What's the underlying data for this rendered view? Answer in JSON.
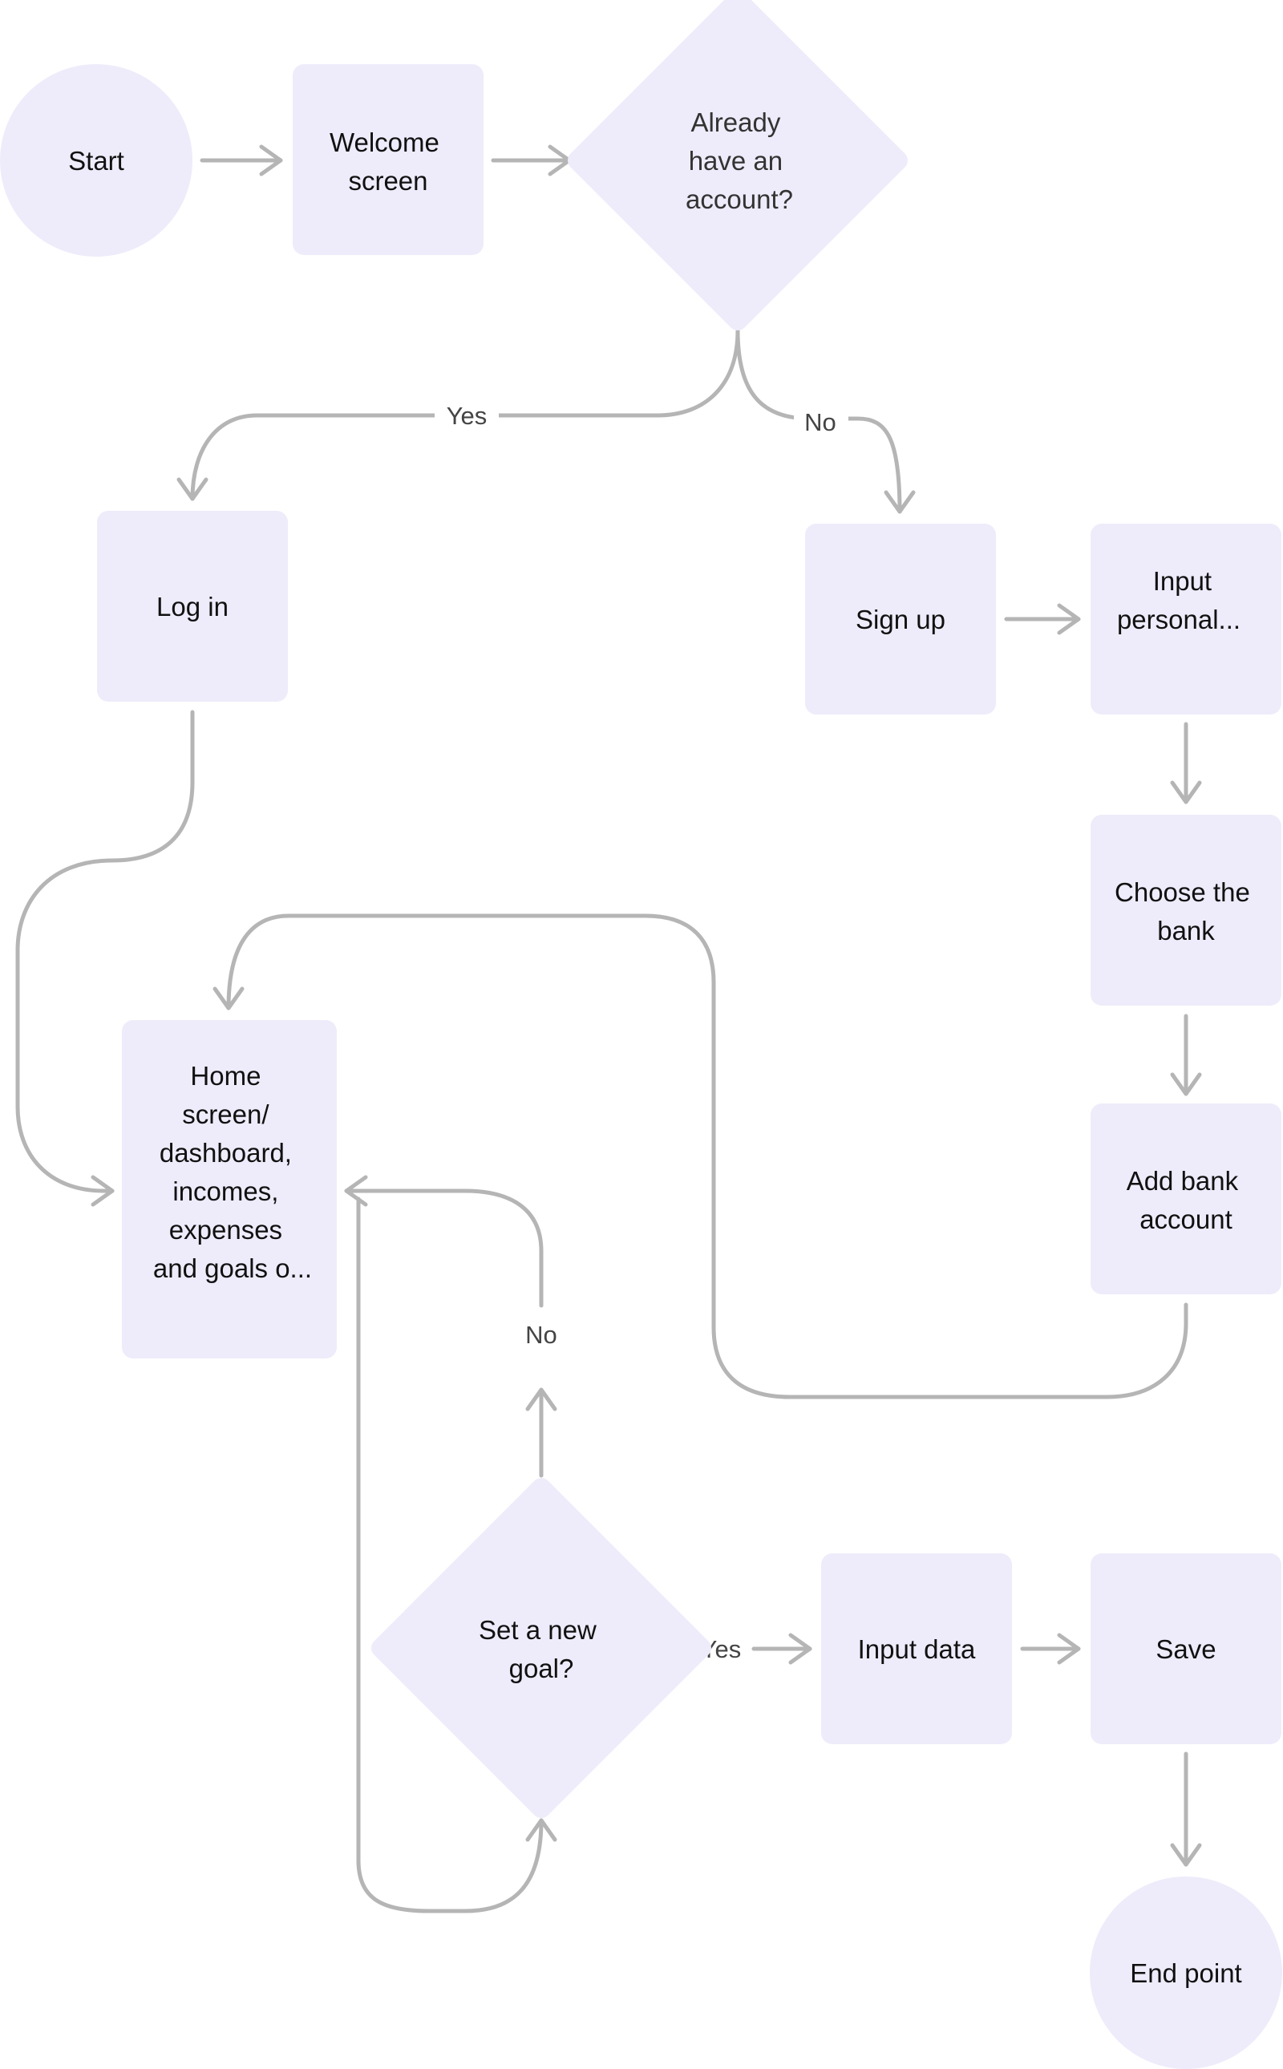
{
  "nodes": {
    "start": [
      "Start"
    ],
    "welcome": [
      "Welcome",
      "screen"
    ],
    "has_account": [
      "Already",
      "have an",
      "account?"
    ],
    "login": [
      "Log in"
    ],
    "signup": [
      "Sign up"
    ],
    "input_personal": [
      "Input",
      "personal..."
    ],
    "choose_bank": [
      "Choose the",
      "bank"
    ],
    "add_bank": [
      "Add bank",
      "account"
    ],
    "home": [
      "Home",
      "screen/",
      "dashboard,",
      "incomes,",
      "expenses",
      "and goals o..."
    ],
    "new_goal": [
      "Set a new",
      "goal?"
    ],
    "input_data": [
      "Input data"
    ],
    "save": [
      "Save"
    ],
    "end": [
      "End point"
    ]
  },
  "edge_labels": {
    "yes_login": "Yes",
    "no_signup": "No",
    "no_home": "No",
    "yes_input": "Yes"
  },
  "colors": {
    "node_fill": "#eeecfa",
    "edge_stroke": "#b5b5b5"
  }
}
